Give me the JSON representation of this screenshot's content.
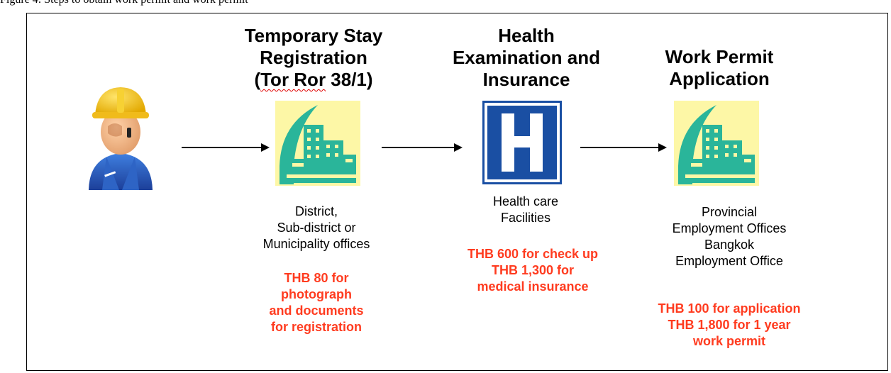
{
  "caption": "Figure 4: Steps to obtain work permit and work permit",
  "worker_icon": "construction-worker-icon",
  "building_icon": "government-building-icon",
  "hospital_icon": "hospital-sign-icon",
  "steps": [
    {
      "title": [
        "Temporary Stay",
        "Registration"
      ],
      "title_code_prefix": "(",
      "title_code_underlined": "Tor Ror",
      "title_code_suffix": " 38/1)",
      "office": [
        "District,",
        "Sub-district or",
        "Municipality offices"
      ],
      "cost": [
        "THB 80 for",
        "photograph",
        "and documents",
        "for registration"
      ]
    },
    {
      "title": [
        "Health",
        "Examination and",
        "Insurance"
      ],
      "office": [
        "Health care",
        "Facilities"
      ],
      "cost": [
        "THB 600 for check up",
        "THB 1,300 for",
        "medical insurance"
      ]
    },
    {
      "title": [
        "Work Permit",
        "Application"
      ],
      "office": [
        "Provincial",
        "Employment Offices",
        "Bangkok",
        "Employment Office"
      ],
      "cost": [
        "THB 100 for application",
        "THB 1,800 for 1 year",
        "work permit"
      ]
    }
  ],
  "colors": {
    "cost_text": "#ff3b1f",
    "building_bg": "#fdf7a6",
    "building_teal": "#2ab59a",
    "hospital_blue": "#1a4fa3"
  }
}
